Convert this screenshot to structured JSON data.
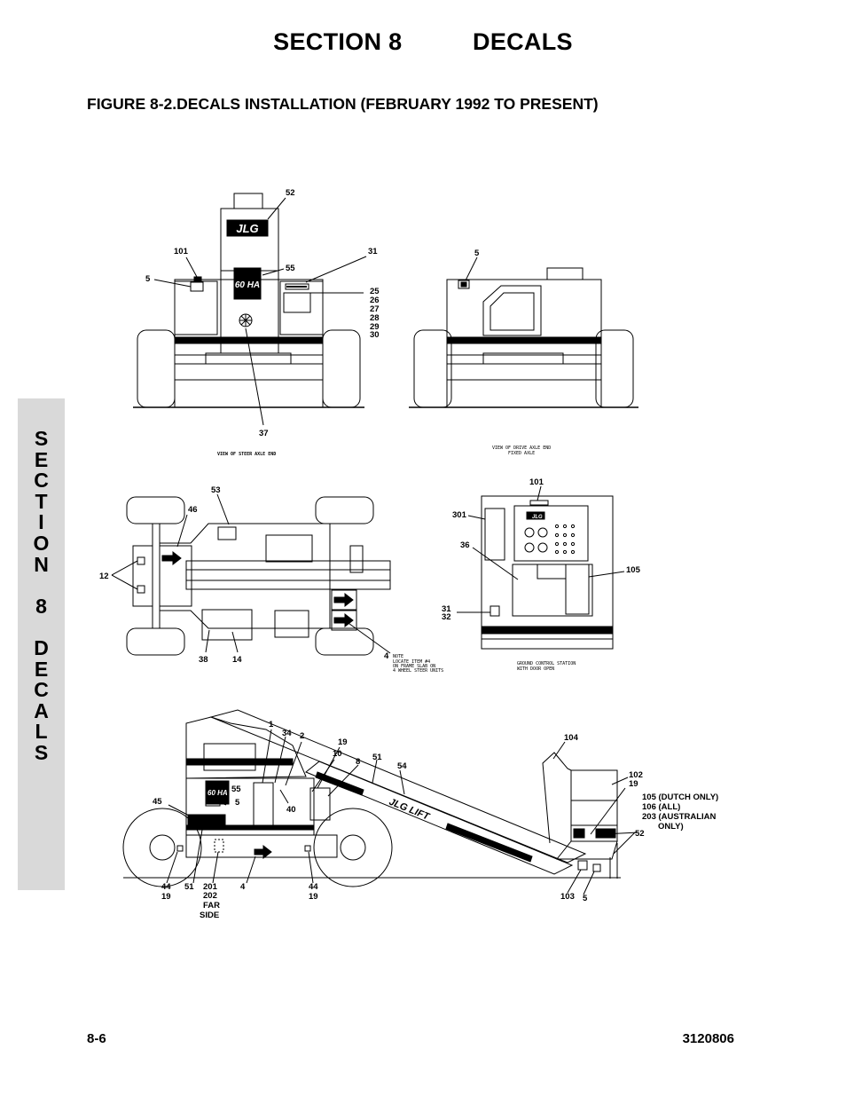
{
  "header": {
    "section": "SECTION 8",
    "section_title": "DECALS",
    "figure_title": "FIGURE 8-2.DECALS INSTALLATION (FEBRUARY 1992 TO PRESENT)"
  },
  "side_tab": {
    "letters": [
      "S",
      "E",
      "C",
      "T",
      "I",
      "O",
      "N",
      "",
      "8",
      "",
      "D",
      "E",
      "C",
      "A",
      "L",
      "S"
    ]
  },
  "views": {
    "steer_axle": {
      "caption": "VIEW OF STEER AXLE END",
      "callouts": [
        "52",
        "101",
        "31",
        "55",
        "5",
        "25",
        "26",
        "27",
        "28",
        "29",
        "30",
        "37"
      ],
      "logo": "JLG",
      "badge": "60 HA"
    },
    "drive_axle": {
      "caption_1": "VIEW OF DRIVE AXLE END",
      "caption_2": "FIXED AXLE",
      "callouts": [
        "5"
      ]
    },
    "top_view": {
      "callouts": [
        "53",
        "46",
        "12",
        "38",
        "14",
        "4"
      ],
      "note_1": "NOTE",
      "note_2": "LOCATE ITEM #4",
      "note_3": "ON FRAME SLAB ON",
      "note_4": "4 WHEEL STEER UNITS"
    },
    "ground_control": {
      "caption_1": "GROUND CONTROL STATION",
      "caption_2": "WITH DOOR OPEN",
      "callouts": [
        "101",
        "301",
        "36",
        "105",
        "31",
        "32"
      ],
      "logo": "JLG"
    },
    "side_view": {
      "callouts": [
        "1",
        "34",
        "2",
        "19",
        "10",
        "8",
        "51",
        "54",
        "104",
        "102",
        "19",
        "55",
        "5",
        "40",
        "45",
        "44",
        "19",
        "51",
        "201",
        "202",
        "FAR",
        "SIDE",
        "4",
        "44",
        "19",
        "103",
        "5",
        "52"
      ],
      "note_105": "105 (DUTCH ONLY)",
      "note_106": "106 (ALL)",
      "note_203": "203 (AUSTRALIAN",
      "note_only": "ONLY)",
      "boom_logo": "JLG LIFT",
      "badge": "60 HA"
    }
  },
  "footer": {
    "page": "8-6",
    "doc_number": "3120806"
  }
}
